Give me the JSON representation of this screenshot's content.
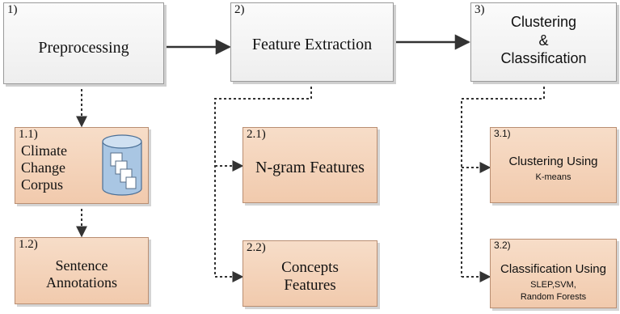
{
  "steps": [
    {
      "id": "preprocessing",
      "num": "1)",
      "title": "Preprocessing"
    },
    {
      "id": "feature-extraction",
      "num": "2)",
      "title": "Feature Extraction"
    },
    {
      "id": "clustering-classification",
      "num": "3)",
      "title_lines": [
        "Clustering",
        "&",
        "Classification"
      ]
    }
  ],
  "substeps": {
    "corpus": {
      "num": "1.1)",
      "lines": [
        "Climate",
        "Change",
        "Corpus"
      ]
    },
    "annotations": {
      "num": "1.2)",
      "lines": [
        "Sentence",
        "Annotations"
      ]
    },
    "ngram": {
      "num": "2.1)",
      "title": "N-gram Features"
    },
    "concepts": {
      "num": "2.2)",
      "lines": [
        "Concepts",
        "Features"
      ]
    },
    "clustering": {
      "num": "3.1)",
      "title": "Clustering Using",
      "sub": "K-means"
    },
    "classification": {
      "num": "3.2)",
      "title": "Classification Using",
      "sub_lines": [
        "SLEP,SVM,",
        "Random Forests"
      ]
    }
  },
  "colors": {
    "main_box": "#f0f0f0",
    "sub_box": "#f3cfb3",
    "arrow": "#333333"
  }
}
